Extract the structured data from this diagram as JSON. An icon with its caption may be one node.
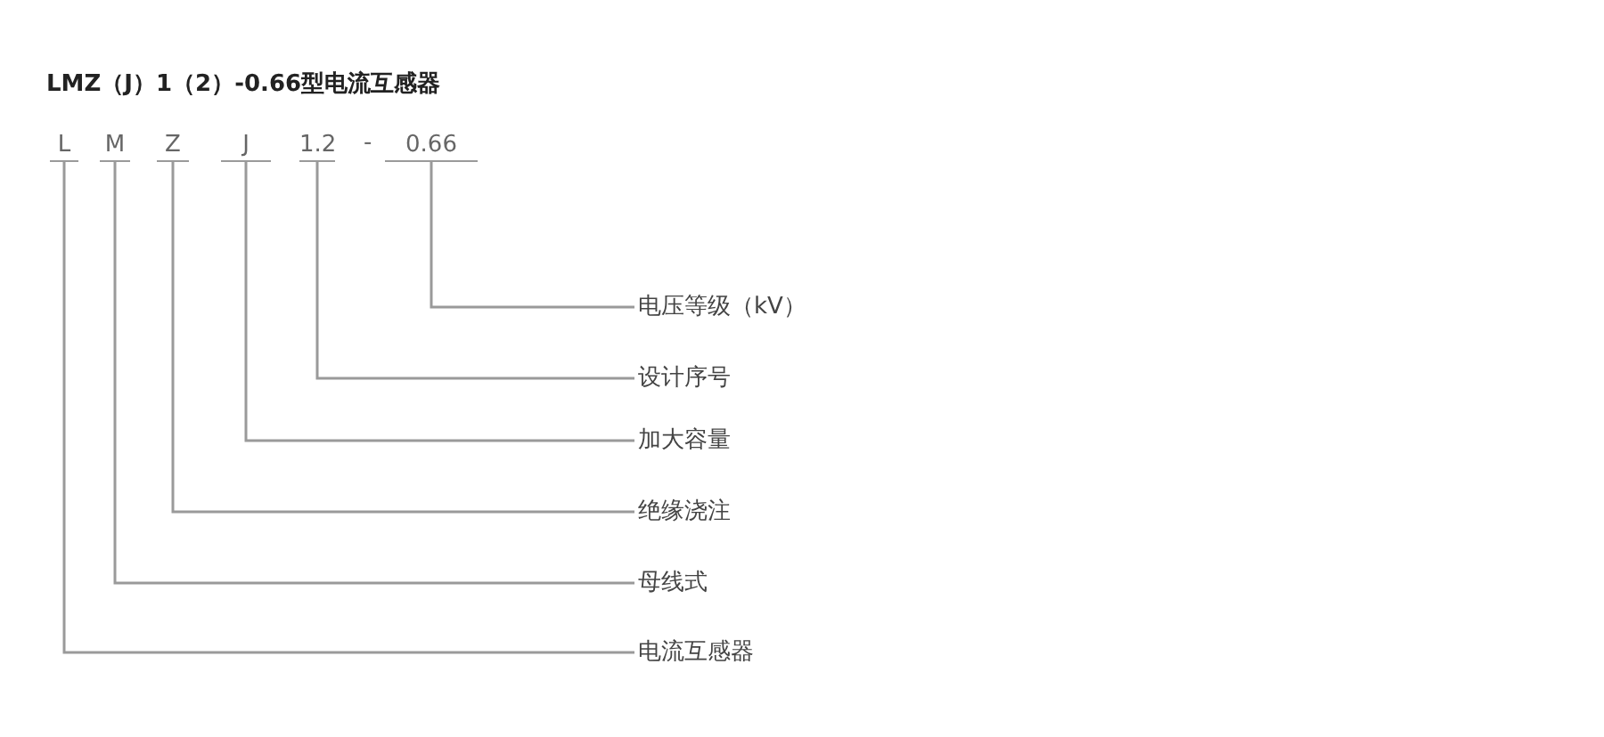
{
  "diagram": {
    "title": "LMZ（J）1（2）-0.66型电流互感器",
    "nodes": [
      {
        "text": [
          "L"
        ]
      },
      {
        "text": [
          "M"
        ]
      },
      {
        "text": [
          "Z"
        ]
      },
      {
        "text": [
          "J"
        ]
      },
      {
        "text": [
          "1.2"
        ]
      },
      {
        "text": [
          "0.66"
        ]
      },
      {
        "text": [
          "电压等级（kV）"
        ]
      },
      {
        "text": [
          "设计序号"
        ]
      },
      {
        "text": [
          "加大容量"
        ]
      },
      {
        "text": [
          "绝缘浇注"
        ]
      },
      {
        "text": [
          "母线式"
        ]
      },
      {
        "text": [
          "电流互感器"
        ]
      }
    ],
    "edges": [
      {
        "from": 5,
        "to": 6,
        "arrow": "none"
      },
      {
        "from": 4,
        "to": 7,
        "arrow": "none"
      },
      {
        "from": 3,
        "to": 8,
        "arrow": "none"
      },
      {
        "from": 2,
        "to": 9,
        "arrow": "none"
      },
      {
        "from": 1,
        "to": 10,
        "arrow": "none"
      },
      {
        "from": 0,
        "to": 11,
        "arrow": "none"
      }
    ],
    "labels": [
      "-"
    ]
  }
}
